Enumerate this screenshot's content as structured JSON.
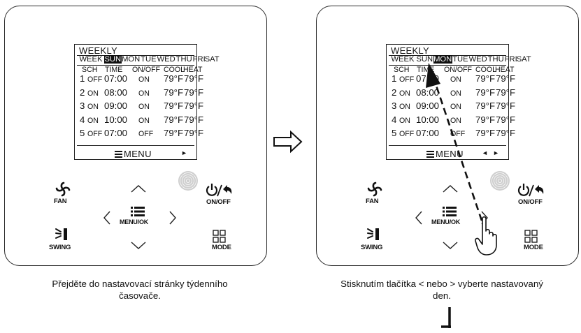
{
  "lcd": {
    "title": "WEEKLY",
    "week_label": "WEEK",
    "days": [
      "SUN",
      "MON",
      "TUE",
      "WED",
      "THU",
      "FRI",
      "SAT"
    ],
    "headers": {
      "sch": "SCH",
      "time": "TIME",
      "onoff": "ON/OFF",
      "cool": "COOL",
      "heat": "HEAT"
    },
    "rows": [
      {
        "num": "1",
        "state": "OFF",
        "time": "07:00",
        "onoff": "ON",
        "cool": "79°F",
        "heat": "79°F"
      },
      {
        "num": "2",
        "state": "ON",
        "time": "08:00",
        "onoff": "ON",
        "cool": "79°F",
        "heat": "79°F"
      },
      {
        "num": "3",
        "state": "ON",
        "time": "09:00",
        "onoff": "ON",
        "cool": "79°F",
        "heat": "79°F"
      },
      {
        "num": "4",
        "state": "ON",
        "time": "10:00",
        "onoff": "ON",
        "cool": "79°F",
        "heat": "79°F"
      },
      {
        "num": "5",
        "state": "OFF",
        "time": "07:00",
        "onoff": "OFF",
        "cool": "79°F",
        "heat": "79°F"
      }
    ],
    "menu": "MENU",
    "right_arrow": "►",
    "left_arrow": "◄"
  },
  "buttons": {
    "fan": "FAN",
    "swing": "SWING",
    "menu_ok": "MENU/OK",
    "onoff": "ON/OFF",
    "mode": "MODE"
  },
  "left_panel": {
    "selected_day": "SUN",
    "caption_line1": "Přejděte do nastavovací stránky týdenního",
    "caption_line2": "časovače."
  },
  "right_panel": {
    "selected_day": "MON",
    "caption_line1": "Stisknutím tlačítka < nebo > vyberte nastavovaný",
    "caption_line2": "den."
  },
  "colors": {
    "frame": "#2a2a2a",
    "ink": "#111111",
    "highlight_text": "#ffffff"
  },
  "icons": [
    "fan-icon",
    "swing-icon",
    "power-return-icon",
    "mode-grid-icon",
    "menu-list-icon",
    "pointing-hand-icon",
    "flow-arrow-icon"
  ]
}
